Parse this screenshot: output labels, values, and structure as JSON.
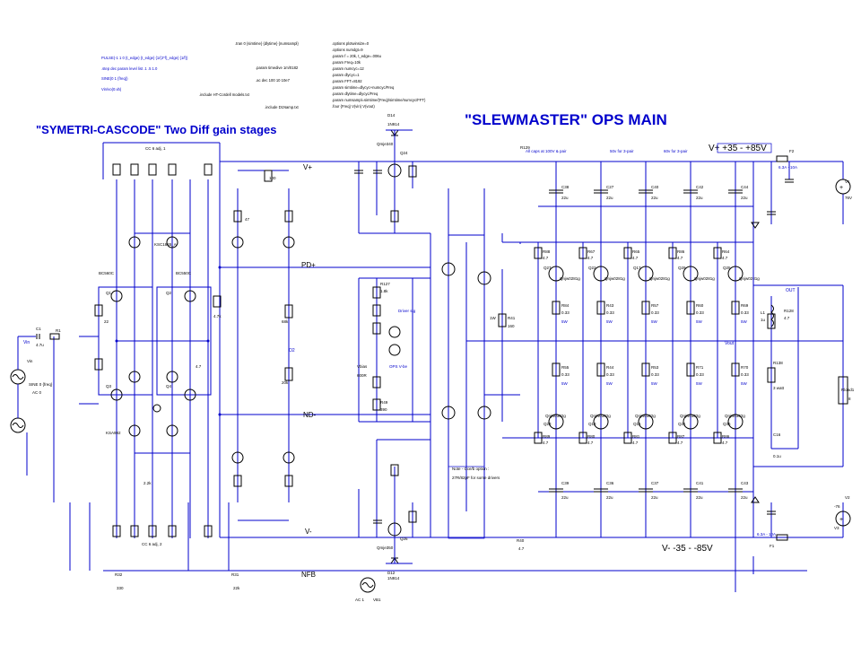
{
  "titles": {
    "left": "\"SYMETRI-CASCODE\"  Two Diff gain stages",
    "right": "\"SLEWMASTER\" OPS MAIN"
  },
  "spice": {
    "tran": ".tran 0 {simtime} {dlytime} {numsampl}",
    "lines_left": [
      "PULSE(-1 1 0 {t_edge} {t_edge} {1/(2*f)_edge} {1/f})",
      ".step dec param level list .1 .5 1.0",
      "SINE(0 1 {freq})",
      "Vin/vo(0.vb)"
    ],
    "lines_mid": [
      ".param timedive 1m/0182",
      ".ac dec 100 10 10e7",
      ".include HT-Cordell models.txt",
      ".include D1Namp.txt"
    ],
    "lines_right": [
      ".options plotwinsize=0",
      ".options numdgt=9",
      ".param f = 20k, t_edge=.006u",
      ".param Freq=10k",
      ".param numcyc=12",
      ".param dlycyc=1",
      ".param FFT=8192",
      ".param simtime=dlycyc+numcyc/Freq",
      ".param dlytime=dlycyc/Freq",
      ".param numsampl=simtime/(Freq)/simtime/numcyc/FFT)",
      ".four {Freq} V(vin) V(vout)"
    ]
  },
  "nets": {
    "vplus": "V+",
    "vminus": "V-",
    "pdplus": "PD+",
    "ndminus": "ND-",
    "nfb": "NFB",
    "vin": "Vin",
    "supply_pos": "V+ +35  -  +85V",
    "supply_neg": "V- -35  -  -85V",
    "out": "OUT",
    "vout": "Vout",
    "o2": "O2"
  },
  "labels": {
    "cc_top": "CC 6 adj, 1",
    "cc_bot": "CC 6 adj, 2",
    "all_caps": "All caps at 100V & pair",
    "for3pair": "50v for 3-pair",
    "for3pair2": "60v for 3-pair",
    "driver_stage": "Driver stg",
    "ops_vbe": "OPS V-be",
    "note1": "Note - Cce/b option :",
    "note2": "27R/82pF for some drivers",
    "ac_src": "AC 0",
    "sine_src": "SINE 0 {freq}",
    "src_vin": "Vin",
    "fuse_top": "F2",
    "fuse_bot": "F1",
    "fuse_rating": "6.3A - 10A",
    "v1_label": "V1",
    "v2_label": "V2",
    "v1_val": "76V",
    "v2_val": "-76",
    "v3_label": "V3",
    "vb1": "VB1",
    "ac1": "AC 1",
    "rload": "Rload1",
    "rload_val": "8",
    "r128": "R128",
    "r128_val": "4.7",
    "r129": "R129",
    "r40": "R40",
    "r40_val": "4.7",
    "r32": "R32",
    "r31": "R31",
    "r1": "R1",
    "c1": "C1",
    "c1_val": "4.7u",
    "r32_val": "330",
    "r31_val": "22k",
    "q_top": "Q24",
    "q_bot": "Q26",
    "q_top_model": "Qmje340",
    "q_bot_model": "Qmje350",
    "d_top": "D14",
    "d_bot": "D12",
    "d_model": "1N914",
    "mid_r": "R41",
    "mid_r_val": "160",
    "r127": "R127",
    "r127_val": "1.8k",
    "r49": "R49",
    "r49_val": "390",
    "vbias": "Vbias",
    "vbias_val": "600R",
    "v_mid": "1W",
    "ind": "L1",
    "ind_val": "1u",
    "r138": "R138",
    "r138_val": "3 watt",
    "c16": "C16",
    "c16_val": "0.1u"
  },
  "output_stage": {
    "npn_model": "Qnjw0281g",
    "pnp_model": "Qnjw0302g",
    "emitter_res": "0.33",
    "emitter_pwr": "5W",
    "base_res": "4.7",
    "top_q": [
      "Q27",
      "Q22",
      "Q17",
      "Q29",
      "Q25"
    ],
    "top_r": [
      "R88",
      "R67",
      "R65",
      "R86",
      "R64"
    ],
    "top_re": [
      "R84",
      "R43",
      "R57",
      "R60",
      "R69"
    ],
    "bot_q": [
      "Q23",
      "Q13",
      "Q15",
      "Q21",
      "Q35"
    ],
    "bot_r": [
      "R89",
      "R80",
      "R81",
      "R87",
      "R86"
    ],
    "bot_re": [
      "R55",
      "R44",
      "R53",
      "R71",
      "R70"
    ],
    "top_caps": [
      "C38",
      "C27",
      "C40",
      "C42",
      "C44"
    ],
    "bot_caps": [
      "C39",
      "C36",
      "C37",
      "C41",
      "C43"
    ],
    "cap_val": "22u"
  },
  "input_stage": {
    "q_left_top": [
      "Q1",
      "Q2",
      "Q3",
      "Q4"
    ],
    "q_models": [
      "BC560C",
      "BC550C",
      "KSA992",
      "KSC1845_A"
    ],
    "r_vals": [
      "22",
      "4.7k",
      "4.7",
      "100",
      "47",
      "68k",
      "20k",
      "2.2k"
    ]
  },
  "colors": {
    "wire": "#0000cc",
    "title": "#0000cc",
    "component": "#000000",
    "background": "#ffffff"
  }
}
